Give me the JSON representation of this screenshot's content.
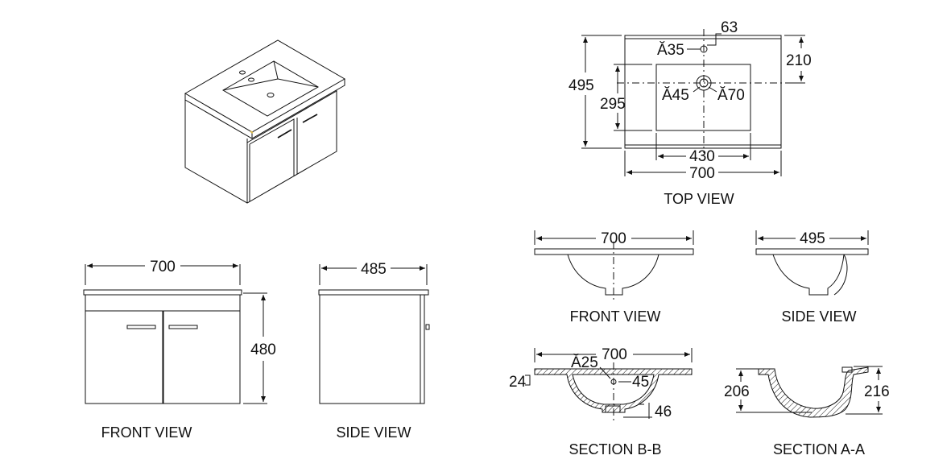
{
  "colors": {
    "line": "#111111",
    "background": "#ffffff",
    "accent": "#d8b84a"
  },
  "views": {
    "front_view_caption": "FRONT VIEW",
    "side_view_caption": "SIDE VIEW",
    "top_view_caption": "TOP VIEW",
    "basin_front_view_caption": "FRONT VIEW",
    "basin_side_view_caption": "SIDE VIEW",
    "section_bb_caption": "SECTION B-B",
    "section_aa_caption": "SECTION A-A"
  },
  "dimensions": {
    "front_width": "700",
    "front_height": "480",
    "side_depth": "485",
    "top_tap_offset": "63",
    "top_tap_hole": "Ă35",
    "top_tap_depth": "210",
    "top_overall_depth": "495",
    "top_bowl_depth": "295",
    "top_drain_inner": "Ă45",
    "top_drain_outer": "Ă70",
    "top_bowl_width": "430",
    "top_overall_width": "700",
    "basin_front_width": "700",
    "basin_side_depth": "495",
    "bb_width": "700",
    "bb_hole": "Ă25",
    "bb_rim": "24",
    "bb_offset": "45",
    "bb_drain": "46",
    "aa_height_left": "206",
    "aa_height_right": "216"
  }
}
